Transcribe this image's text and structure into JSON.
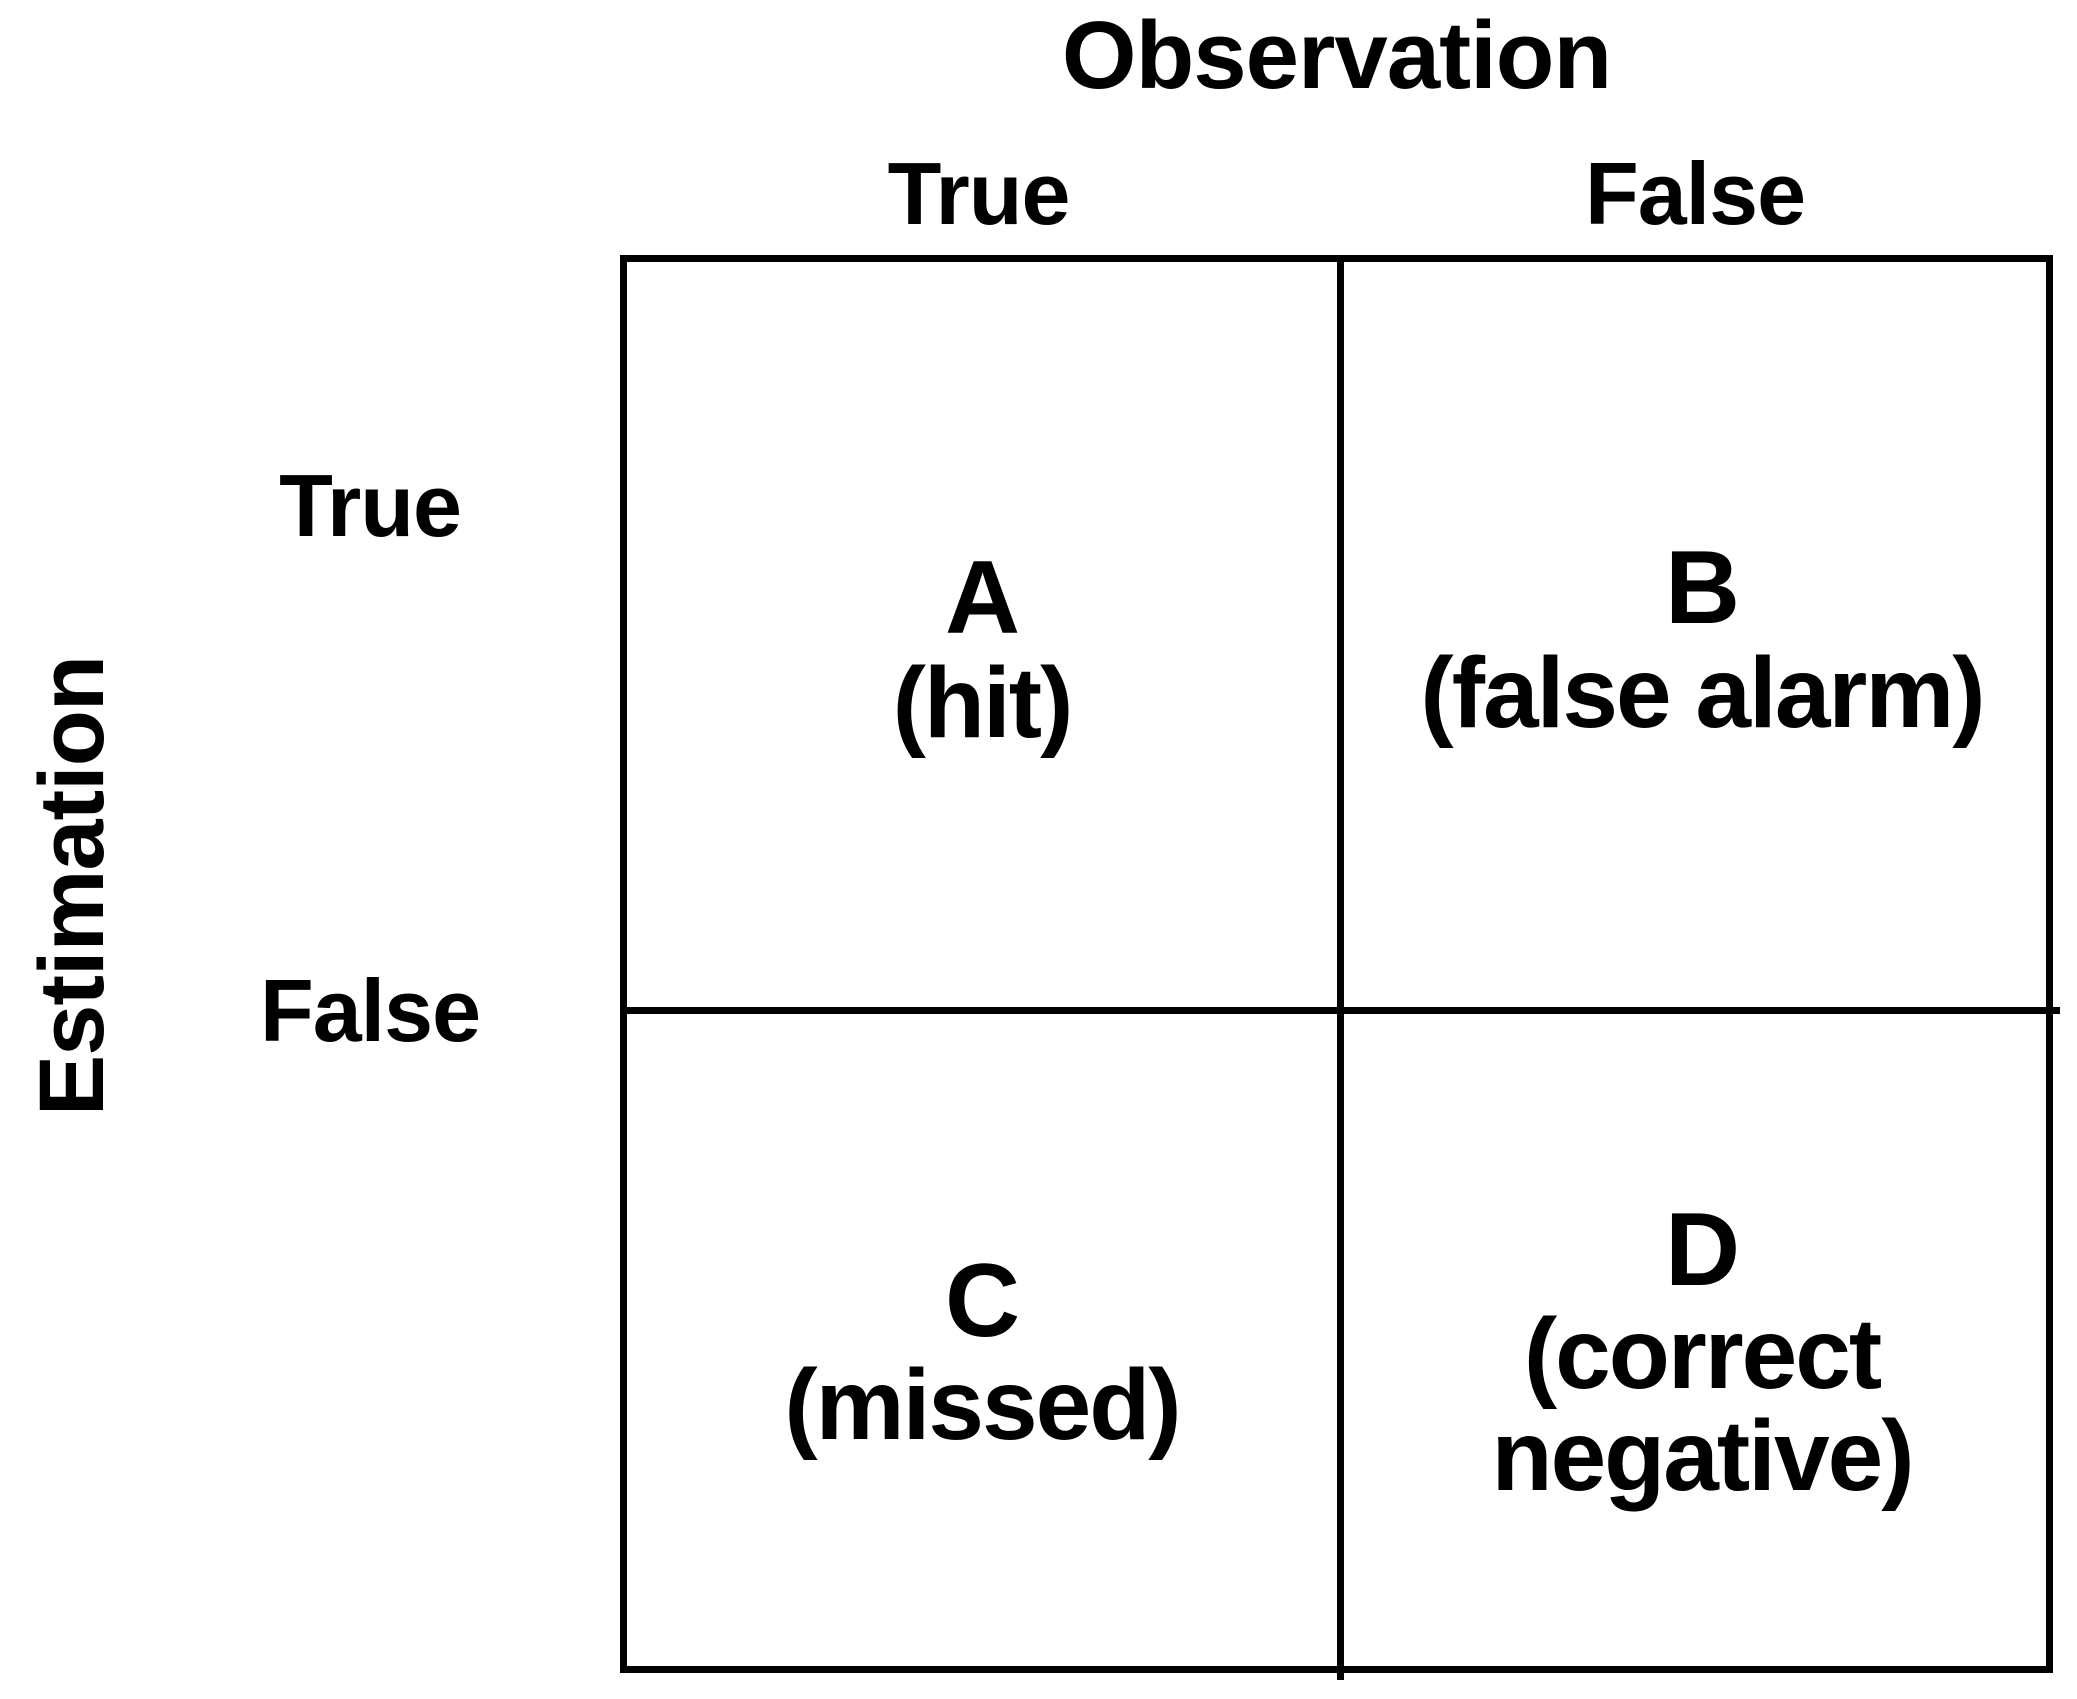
{
  "figure": {
    "kind": "contingency-table",
    "column_axis_title": "Observation",
    "row_axis_title": "Estimation",
    "column_headers": [
      "True",
      "False"
    ],
    "row_headers": [
      "True",
      "False"
    ],
    "colors": {
      "background": "#ffffff",
      "text": "#000000",
      "border": "#000000"
    }
  },
  "cells": {
    "a": {
      "code": "A",
      "desc": "(hit)"
    },
    "b": {
      "code": "B",
      "desc": "(false alarm)"
    },
    "c": {
      "code": "C",
      "desc": "(missed)"
    },
    "d": {
      "code": "D",
      "desc": "(correct negative)"
    }
  },
  "chart_data": {
    "type": "table",
    "title": "",
    "xlabel": "Observation",
    "ylabel": "Estimation",
    "columns": [
      "True",
      "False"
    ],
    "rows": [
      "True",
      "False"
    ],
    "values": [
      [
        "A (hit)",
        "B (false alarm)"
      ],
      [
        "C (missed)",
        "D (correct negative)"
      ]
    ]
  }
}
